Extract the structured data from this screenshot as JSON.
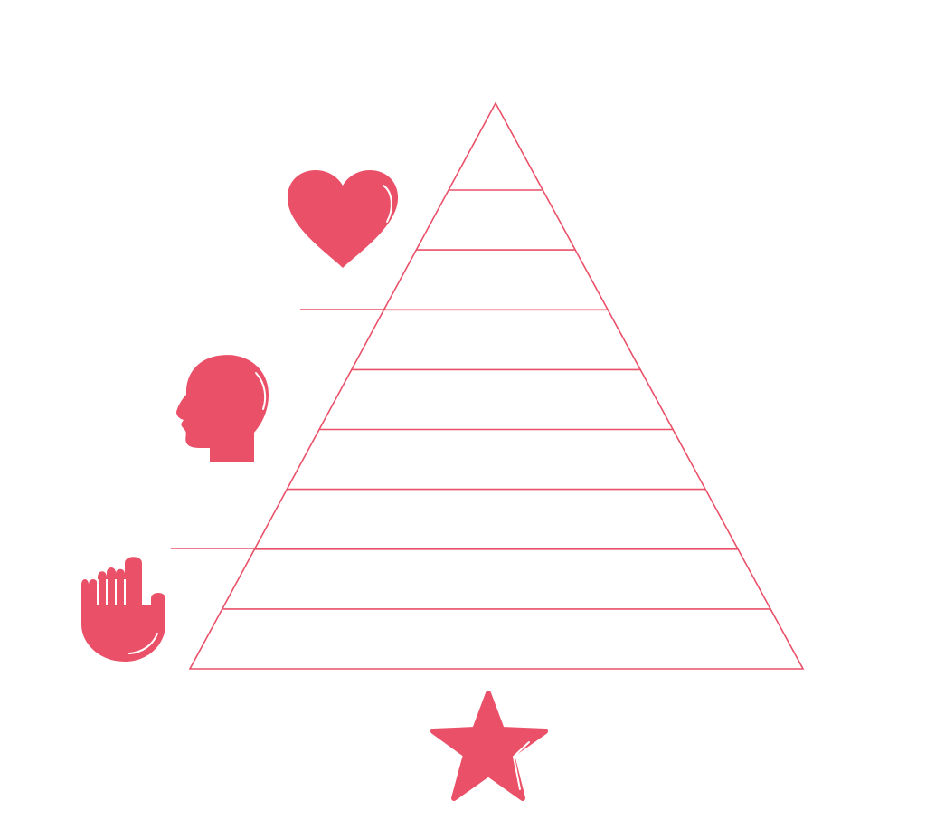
{
  "diagram": {
    "type": "pyramid",
    "levels": 9,
    "accent_color": "#ea5169",
    "icons": [
      {
        "name": "heart-icon",
        "shape": "heart"
      },
      {
        "name": "head-icon",
        "shape": "human head profile"
      },
      {
        "name": "hand-icon",
        "shape": "raised hand"
      },
      {
        "name": "star-icon",
        "shape": "star"
      }
    ]
  }
}
